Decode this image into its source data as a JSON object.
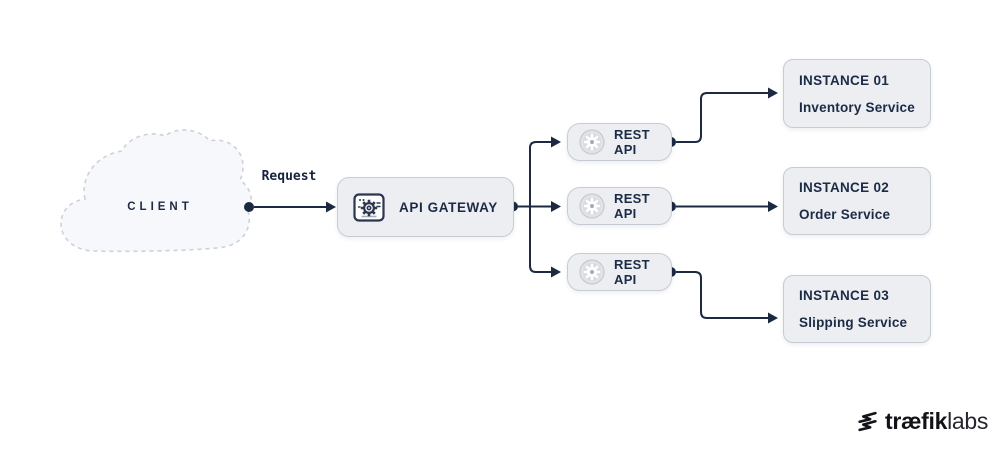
{
  "diagram": {
    "client": {
      "label": "CLIENT",
      "shape": "dashed-cloud"
    },
    "request": {
      "label": "Request"
    },
    "gateway": {
      "label": "API GATEWAY",
      "icon": "api-window-gear-icon"
    },
    "rest_apis": [
      {
        "label": "REST API",
        "icon": "gear-icon"
      },
      {
        "label": "REST API",
        "icon": "gear-icon"
      },
      {
        "label": "REST API",
        "icon": "gear-icon"
      }
    ],
    "instances": [
      {
        "title": "INSTANCE 01",
        "subtitle": "Inventory Service"
      },
      {
        "title": "INSTANCE 02",
        "subtitle": "Order Service"
      },
      {
        "title": "INSTANCE 03",
        "subtitle": "Slipping Service"
      }
    ],
    "colors": {
      "line": "#1b2a41",
      "text": "#1c2b45",
      "box_fill": "#eceef2",
      "box_border": "#c6ccd6",
      "badge_fill": "#e0e3e8",
      "cloud_fill": "#f7f8fb",
      "cloud_border": "#ccd1da",
      "background": "#ffffff"
    }
  },
  "footer": {
    "brand_bold": "træfik",
    "brand_light": "labs",
    "brand_icon": "traefik-labs-logo-icon"
  }
}
